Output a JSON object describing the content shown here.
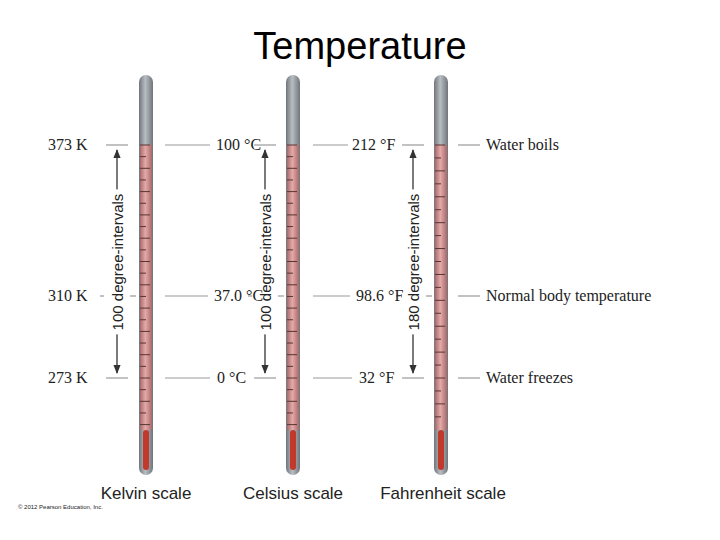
{
  "diagram": {
    "title": "Temperature",
    "labels": [
      "373 K",
      "100 °C",
      "212 °F",
      "Water boils",
      "100 degree-intervals",
      "100 degree-intervals",
      "180 degree-intervals",
      "310 K",
      "37.0 °C",
      "98.6 °F",
      "Normal body temperature",
      "273 K",
      "0 °C",
      "32 °F",
      "Water freezes",
      "Kelvin scale",
      "Celsius scale",
      "Fahrenheit scale",
      "© 2012 Pearson Education, Inc."
    ]
  }
}
